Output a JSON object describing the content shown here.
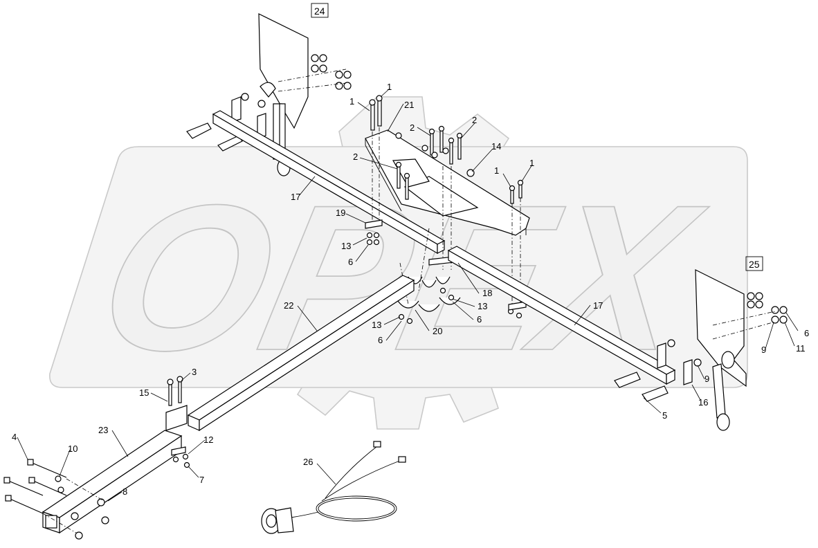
{
  "watermark": {
    "text": "OPEX"
  },
  "part_labels": [
    "1",
    "1",
    "21",
    "2",
    "2",
    "2",
    "14",
    "1",
    "1",
    "17",
    "19",
    "13",
    "6",
    "18",
    "13",
    "6",
    "22",
    "13",
    "6",
    "20",
    "17",
    "3",
    "15",
    "23",
    "4",
    "10",
    "12",
    "8",
    "7",
    "5",
    "16",
    "9",
    "9",
    "11",
    "6",
    "26"
  ],
  "boxed_labels": [
    "24",
    "25"
  ],
  "colors": {
    "line": "#000000",
    "watermark_fill": "#f4f4f4",
    "watermark_stroke": "#c9c9c9"
  }
}
